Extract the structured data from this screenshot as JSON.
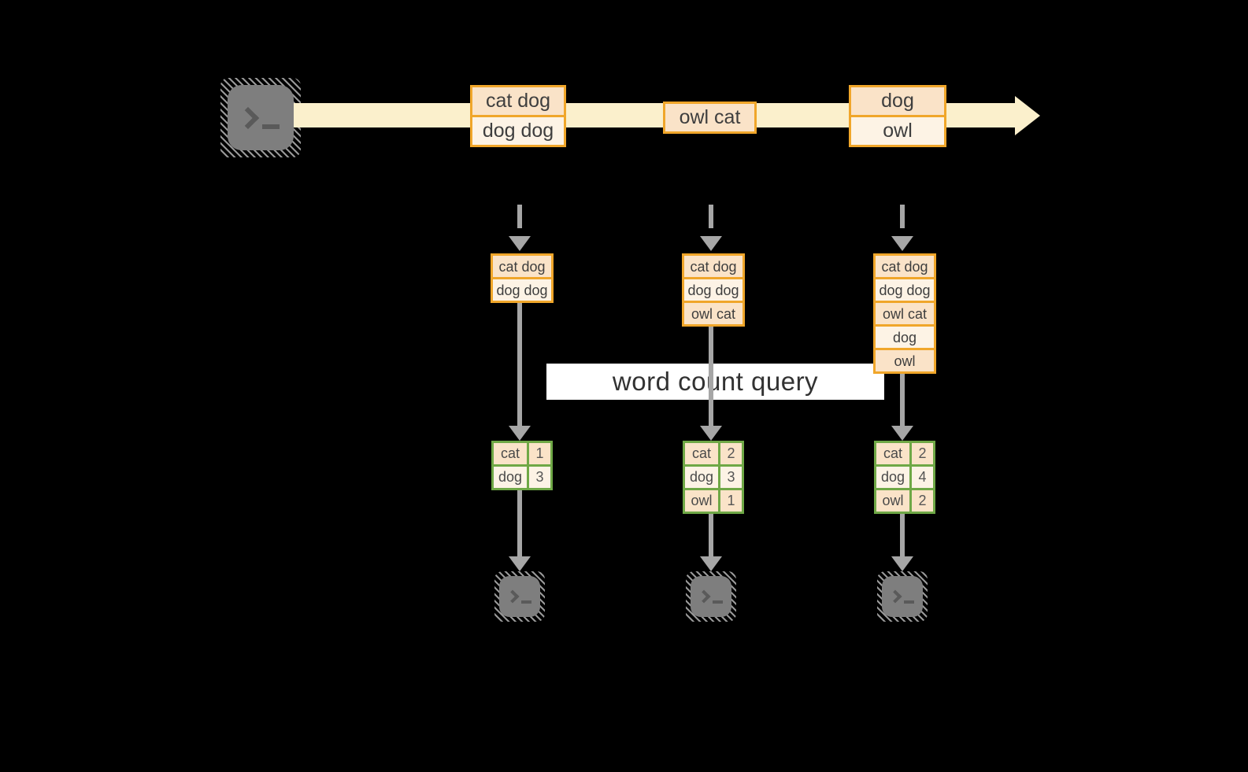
{
  "diagram": {
    "query_label": "word count query",
    "stream": {
      "events": [
        {
          "lines": [
            "cat dog",
            "dog dog"
          ]
        },
        {
          "lines": [
            "owl cat"
          ]
        },
        {
          "lines": [
            "dog",
            "owl"
          ]
        }
      ]
    },
    "state_buffers": [
      {
        "rows": [
          "cat dog",
          "dog dog"
        ]
      },
      {
        "rows": [
          "cat dog",
          "dog dog",
          "owl cat"
        ]
      },
      {
        "rows": [
          "cat dog",
          "dog dog",
          "owl cat",
          "dog",
          "owl"
        ]
      }
    ],
    "count_tables": [
      {
        "rows": [
          {
            "word": "cat",
            "count": "1"
          },
          {
            "word": "dog",
            "count": "3"
          }
        ]
      },
      {
        "rows": [
          {
            "word": "cat",
            "count": "2"
          },
          {
            "word": "dog",
            "count": "3"
          },
          {
            "word": "owl",
            "count": "1"
          }
        ]
      },
      {
        "rows": [
          {
            "word": "cat",
            "count": "2"
          },
          {
            "word": "dog",
            "count": "4"
          },
          {
            "word": "owl",
            "count": "2"
          }
        ]
      }
    ],
    "icons": {
      "source": "terminal-icon",
      "sinks": [
        "terminal-icon",
        "terminal-icon",
        "terminal-icon"
      ]
    },
    "colors": {
      "background": "#000000",
      "stream_arrow": "#FBF0CC",
      "event_border": "#F0A62A",
      "event_fill_dark": "#FAE3C8",
      "event_fill_light": "#FDF3E5",
      "table_border": "#6FA846",
      "table_fill_dark": "#E6EFDB",
      "table_fill_light": "#F2F7ED",
      "connector_gray": "#A6A6A6",
      "terminal_gray": "#7E7E7E",
      "query_label_bg": "#FFFFFF",
      "text_dark": "#3E3E3E"
    }
  }
}
